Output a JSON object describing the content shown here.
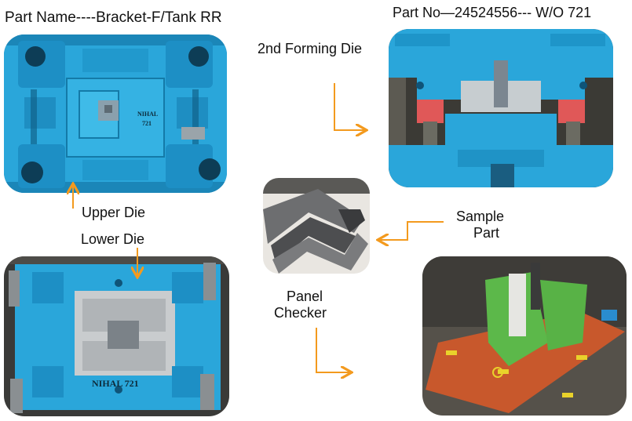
{
  "header": {
    "part_name": "Part Name----Bracket-F/Tank RR",
    "part_no": "Part No—24524556---  W/O 721"
  },
  "labels": {
    "forming_die": "2nd Forming Die",
    "upper_die": "Upper Die",
    "lower_die": "Lower Die",
    "sample_part_line1": "Sample",
    "sample_part_line2": "Part",
    "panel_checker_line1": "Panel",
    "panel_checker_line2": "Checker"
  },
  "photo_text": {
    "upper_die_mark_1": "NIHAL",
    "upper_die_mark_2": "721",
    "lower_die_mark": "NIHAL 721"
  },
  "colors": {
    "arrow": "#f39a1e",
    "die_blue": "#2aa6da",
    "checker_green": "#5cb84a",
    "checker_base": "#c8582c"
  }
}
